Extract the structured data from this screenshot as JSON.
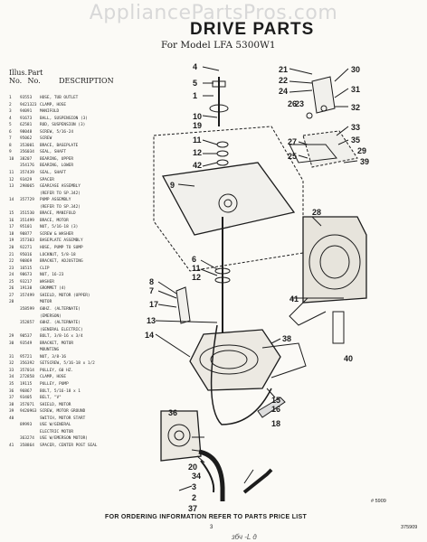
{
  "watermark": "AppliancePartsPros.com",
  "title": "DRIVE PARTS",
  "model": "For Model LFA 5300W1",
  "table_header": {
    "col_illus": "Illus.",
    "col_no": "No.",
    "col_part": "Part",
    "col_part_no": "No.",
    "col_desc": "DESCRIPTION"
  },
  "parts": [
    {
      "k": "1",
      "p": "93553",
      "d": "HOSE, TUB OUTLET"
    },
    {
      "k": "2",
      "p": "9421323",
      "d": "CLAMP, HOSE"
    },
    {
      "k": "3",
      "p": "94091",
      "d": "MANIFOLD"
    },
    {
      "k": "4",
      "p": "91673",
      "d": "BALL, SUSPENSION (3)"
    },
    {
      "k": "5",
      "p": "62581",
      "d": "ROD, SUSPENSION (3)"
    },
    {
      "k": "6",
      "p": "98048",
      "d": "SCREW, 5/16-24"
    },
    {
      "k": "7",
      "p": "95062",
      "d": "SCREW"
    },
    {
      "k": "8",
      "p": "353001",
      "d": "BRACE, BASEPLATE"
    },
    {
      "k": "9",
      "p": "356034",
      "d": "SEAL, SHAFT"
    },
    {
      "k": "10",
      "p": "38207",
      "d": "BEARING, UPPER"
    },
    {
      "k": "",
      "p": "354176",
      "d": "BEARING, LOWER"
    },
    {
      "k": "11",
      "p": "357439",
      "d": "SEAL, SHAFT"
    },
    {
      "k": "12",
      "p": "93429",
      "d": "SPACER"
    },
    {
      "k": "13",
      "p": "298065",
      "d": "GEARCASE ASSEMBLY"
    },
    {
      "k": "",
      "p": "",
      "d": "(REFER TO SP.342)"
    },
    {
      "k": "14",
      "p": "357729",
      "d": "PUMP ASSEMBLY"
    },
    {
      "k": "",
      "p": "",
      "d": "(REFER TO SP.342)"
    },
    {
      "k": "15",
      "p": "351530",
      "d": "BRACE, MANIFOLD"
    },
    {
      "k": "16",
      "p": "351499",
      "d": "BRACE, MOTOR"
    },
    {
      "k": "17",
      "p": "95101",
      "d": "NUT, 5/16-18 (3)"
    },
    {
      "k": "18",
      "p": "90877",
      "d": "SCREW & WASHER"
    },
    {
      "k": "19",
      "p": "357303",
      "d": "BASEPLATE ASSEMBLY"
    },
    {
      "k": "20",
      "p": "92271",
      "d": "HOSE, PUMP TO SUMP"
    },
    {
      "k": "21",
      "p": "95016",
      "d": "LOCKNUT, 5/8-18"
    },
    {
      "k": "22",
      "p": "90869",
      "d": "BRACKET, ADJUSTING"
    },
    {
      "k": "23",
      "p": "16515",
      "d": "CLIP"
    },
    {
      "k": "24",
      "p": "98673",
      "d": "NUT, 16-23"
    },
    {
      "k": "25",
      "p": "93217",
      "d": "WASHER"
    },
    {
      "k": "26",
      "p": "19138",
      "d": "GROMMET (4)"
    },
    {
      "k": "27",
      "p": "357499",
      "d": "SHIELD, MOTOR (UPPER)"
    },
    {
      "k": "28",
      "p": "",
      "d": "MOTOR"
    },
    {
      "k": "",
      "p": "358599",
      "d": "60HZ. (ALTERNATE)"
    },
    {
      "k": "",
      "p": "",
      "d": "(EMERSON)"
    },
    {
      "k": "",
      "p": "352857",
      "d": "60HZ. (ALTERNATE)"
    },
    {
      "k": "",
      "p": "",
      "d": "(GENERAL ELECTRIC)"
    },
    {
      "k": "29",
      "p": "90537",
      "d": "BOLT, 3/8-16 x 3/4"
    },
    {
      "k": "30",
      "p": "93549",
      "d": "BRACKET, MOTOR"
    },
    {
      "k": "",
      "p": "",
      "d": "MOUNTING"
    },
    {
      "k": "31",
      "p": "95721",
      "d": "NUT, 3/8-16"
    },
    {
      "k": "32",
      "p": "356392",
      "d": "SETSCREW, 5/16-18 x 1/2"
    },
    {
      "k": "33",
      "p": "357014",
      "d": "PULLEY, 60 HZ."
    },
    {
      "k": "34",
      "p": "272858",
      "d": "CLAMP, HOSE"
    },
    {
      "k": "35",
      "p": "19115",
      "d": "PULLEY, PUMP"
    },
    {
      "k": "36",
      "p": "96867",
      "d": "BOLT, 5/16-18 x 1"
    },
    {
      "k": "37",
      "p": "93405",
      "d": "BELT, \"V\""
    },
    {
      "k": "38",
      "p": "357071",
      "d": "SHIELD, MOTOR"
    },
    {
      "k": "39",
      "p": "9420963",
      "d": "SCREW, MOTOR GROUND"
    },
    {
      "k": "40",
      "p": "",
      "d": "SWITCH, MOTOR START"
    },
    {
      "k": "",
      "p": "89993",
      "d": "USE W/GENERAL"
    },
    {
      "k": "",
      "p": "",
      "d": "ELECTRIC MOTOR"
    },
    {
      "k": "",
      "p": "363274",
      "d": "USE W/EMERSON MOTOR)"
    },
    {
      "k": "41",
      "p": "358864",
      "d": "SPACER, CENTER POST SEAL"
    }
  ],
  "callouts": [
    {
      "n": "4"
    },
    {
      "n": "5"
    },
    {
      "n": "1"
    },
    {
      "n": "10"
    },
    {
      "n": "19"
    },
    {
      "n": "11"
    },
    {
      "n": "12"
    },
    {
      "n": "42"
    },
    {
      "n": "9"
    },
    {
      "n": "6"
    },
    {
      "n": "11"
    },
    {
      "n": "12"
    },
    {
      "n": "8"
    },
    {
      "n": "7"
    },
    {
      "n": "17"
    },
    {
      "n": "13"
    },
    {
      "n": "14"
    },
    {
      "n": "38"
    },
    {
      "n": "15"
    },
    {
      "n": "16"
    },
    {
      "n": "36"
    },
    {
      "n": "18"
    },
    {
      "n": "20"
    },
    {
      "n": "34"
    },
    {
      "n": "3"
    },
    {
      "n": "2"
    },
    {
      "n": "37"
    },
    {
      "n": "21"
    },
    {
      "n": "22"
    },
    {
      "n": "24"
    },
    {
      "n": "26"
    },
    {
      "n": "23"
    },
    {
      "n": "30"
    },
    {
      "n": "31"
    },
    {
      "n": "32"
    },
    {
      "n": "33"
    },
    {
      "n": "35"
    },
    {
      "n": "27"
    },
    {
      "n": "25"
    },
    {
      "n": "29"
    },
    {
      "n": "39"
    },
    {
      "n": "28"
    },
    {
      "n": "41"
    },
    {
      "n": "40"
    }
  ],
  "figure_no": "# 5909",
  "footer": "FOR ORDERING INFORMATION REFER TO PARTS PRICE LIST",
  "page_no": "3",
  "doc_no": "375909",
  "handwriting": "збч -L д"
}
